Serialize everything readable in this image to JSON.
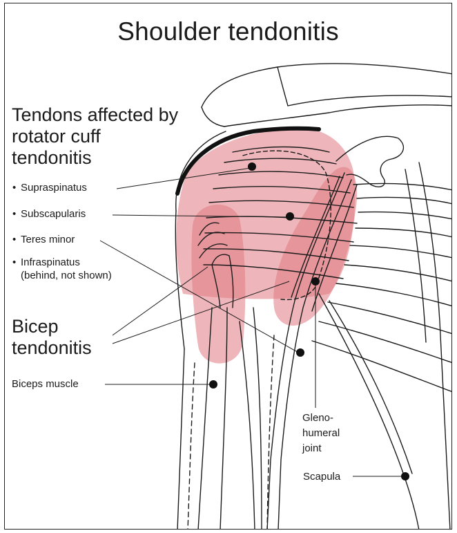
{
  "title": "Shoulder tendonitis",
  "headings": {
    "rotator_cuff": "Tendons affected by rotator cuff tendonitis",
    "bicep": "Bicep tendonitis"
  },
  "bullets": [
    "Supraspinatus",
    "Subscapularis",
    "Teres minor",
    "Infraspinatus"
  ],
  "infraspinatus_note": "(behind, not shown)",
  "labels": {
    "biceps_muscle": "Biceps muscle",
    "glenohumeral_line1": "Gleno-",
    "glenohumeral_line2": "humeral",
    "glenohumeral_line3": "joint",
    "scapula": "Scapula"
  },
  "colors": {
    "highlight": "#e07a82",
    "line": "#1a1a1a"
  }
}
